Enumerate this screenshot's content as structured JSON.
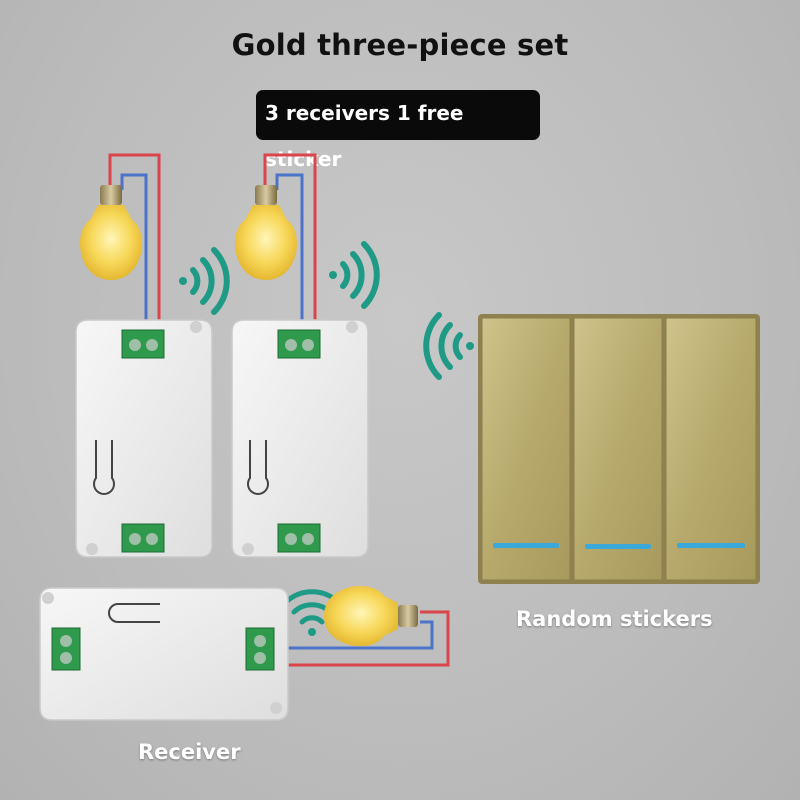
{
  "title": "Gold three-piece set",
  "badge": "3 receivers 1 free sticker",
  "labels": {
    "stickers": "Random stickers",
    "receiver": "Receiver"
  },
  "colors": {
    "wire_red": "#d9454a",
    "wire_blue": "#4a73c9",
    "signal": "#1e9a86",
    "gold": "#bfb278",
    "indicator": "#3aa8d8",
    "receiver_body": "#eeeeee",
    "terminal": "#2f9a4c"
  },
  "switch": {
    "gang_count": 3
  },
  "receivers": {
    "count": 3
  }
}
